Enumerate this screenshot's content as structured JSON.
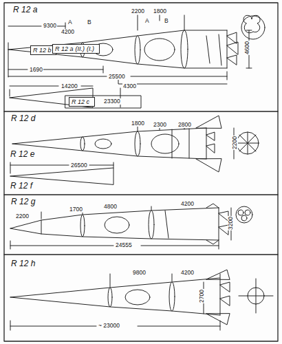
{
  "diagram": {
    "nodes": [
      {
        "text": [
          "R 12 b"
        ]
      },
      {
        "text": [
          "R 12 a",
          "(II.)",
          "(I.)"
        ]
      },
      {
        "text": [
          "R 12 c"
        ]
      }
    ],
    "labels": [
      "R 12 a",
      "9300",
      "A",
      "B",
      "4200",
      "2200",
      "1800",
      "A",
      "B",
      "1690",
      "25500",
      "4600",
      "14200",
      "4300",
      "23300",
      "R 12 d",
      "1800",
      "2300",
      "2800",
      "2200",
      "R 12 e",
      "26500",
      "R 12 f",
      "R 12 g",
      "2200",
      "1700",
      "4800",
      "4200",
      "3200",
      "24555",
      "R 12 h",
      "9800",
      "4200",
      "2700",
      "~ 23000"
    ]
  }
}
